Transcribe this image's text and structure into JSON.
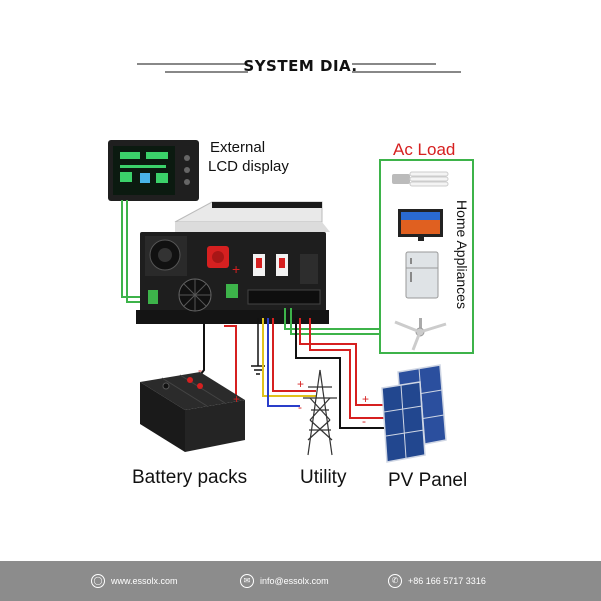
{
  "title": "SYSTEM DIA.",
  "labels": {
    "lcd_line1": "External",
    "lcd_line2": "LCD display",
    "ac_load": "Ac Load",
    "home_appliances": "Home Appliances",
    "battery": "Battery packs",
    "utility": "Utility",
    "pv": "PV Panel"
  },
  "polarity": {
    "plus": "+",
    "minus": "-"
  },
  "footer": {
    "website": "www.essolx.com",
    "email": "info@essolx.com",
    "phone": "+86 166 5717 3316"
  },
  "colors": {
    "ac_load_text": "#d62020",
    "box_green": "#3db34a",
    "wire_red": "#d62020",
    "wire_blue": "#2a3ec9",
    "wire_yellow": "#e0c21c",
    "wire_black": "#111111",
    "footer_bg": "#8c8c8c"
  },
  "icons": [
    "globe-icon",
    "mail-icon",
    "phone-icon",
    "ground-icon",
    "transmission-tower-icon",
    "solar-panel-icon",
    "battery-icon",
    "bulb-icon",
    "tv-icon",
    "fridge-icon",
    "fan-icon"
  ]
}
